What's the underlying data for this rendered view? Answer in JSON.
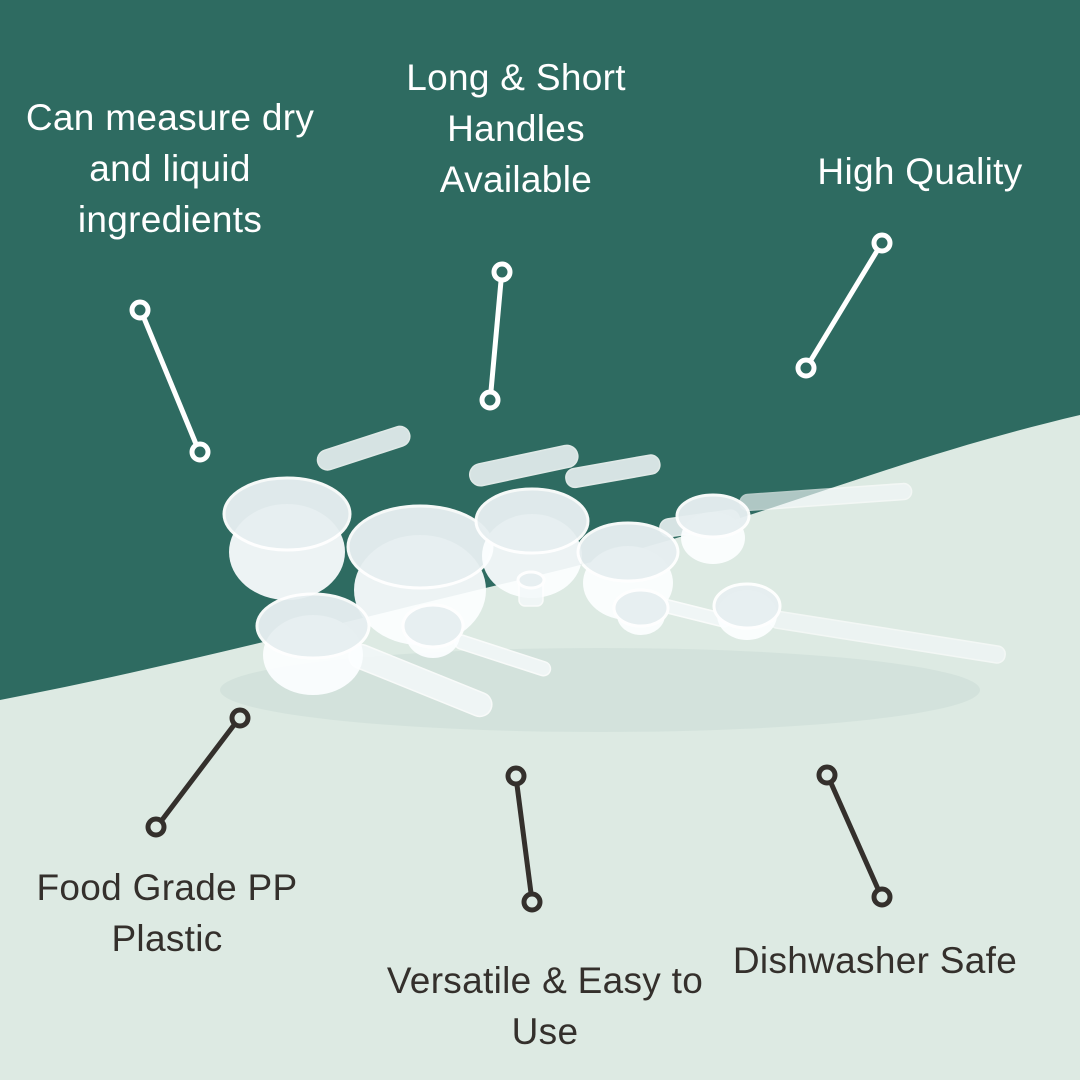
{
  "colors": {
    "background_top": "#2e6b61",
    "background_bottom": "#ddeae3",
    "text_light": "#ffffff",
    "text_dark": "#34302c"
  },
  "callouts": [
    {
      "id": "measure",
      "label": "Can measure dry and liquid ingredients",
      "position": "top-left",
      "tone": "light"
    },
    {
      "id": "handles",
      "label": "Long & Short Handles Available",
      "position": "top-center",
      "tone": "light"
    },
    {
      "id": "quality",
      "label": "High Quality",
      "position": "top-right",
      "tone": "light"
    },
    {
      "id": "material",
      "label": "Food Grade PP Plastic",
      "position": "bottom-left",
      "tone": "dark"
    },
    {
      "id": "versatile",
      "label": "Versatile & Easy to Use",
      "position": "bottom-center",
      "tone": "dark"
    },
    {
      "id": "dishwasher",
      "label": "Dishwasher Safe",
      "position": "bottom-right",
      "tone": "dark"
    }
  ],
  "product_image": {
    "name": "measuring-scoops-photo",
    "description": "Set of white plastic measuring cups and spoons with long and short handles"
  }
}
